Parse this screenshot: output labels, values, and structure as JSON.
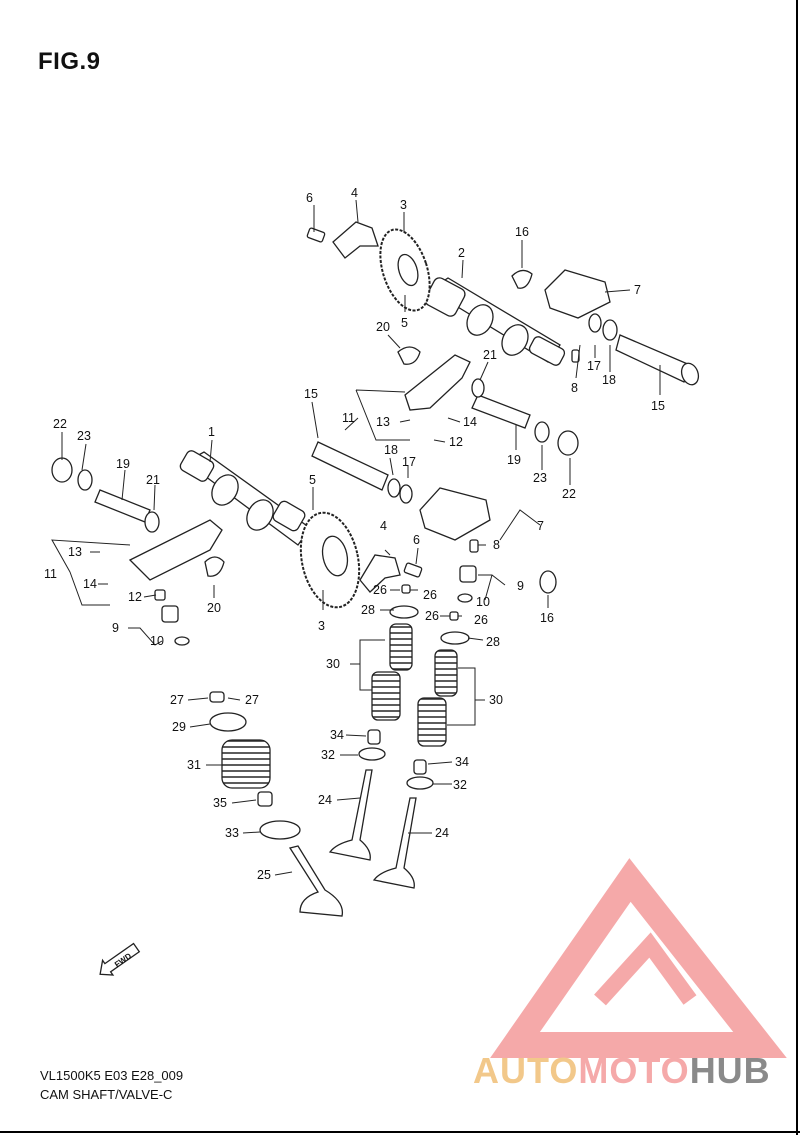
{
  "figure": {
    "title": "FIG.9",
    "code": "VL1500K5 E03 E28_009",
    "caption": "CAM SHAFT/VALVE-C",
    "fwd_label": "FWD"
  },
  "watermark": {
    "part1": "AUTO",
    "part2": "MOTO",
    "part3": "HUB",
    "colors": {
      "auto": "#f2c88a",
      "moto": "#f5a9a9",
      "hub": "#8a8a8a",
      "triangle": "#f4a0a0"
    }
  },
  "callouts": {
    "c1": "1",
    "c2": "2",
    "c3a": "3",
    "c3b": "3",
    "c4a": "4",
    "c4b": "4",
    "c5a": "5",
    "c5b": "5",
    "c6a": "6",
    "c6b": "6",
    "c7a": "7",
    "c7b": "7",
    "c8a": "8",
    "c8b": "8",
    "c9a": "9",
    "c9b": "9",
    "c10a": "10",
    "c10b": "10",
    "c11a": "11",
    "c11b": "11",
    "c12a": "12",
    "c12b": "12",
    "c13a": "13",
    "c13b": "13",
    "c14a": "14",
    "c14b": "14",
    "c15a": "15",
    "c15b": "15",
    "c16a": "16",
    "c16b": "16",
    "c17a": "17",
    "c17b": "17",
    "c18a": "18",
    "c18b": "18",
    "c19a": "19",
    "c19b": "19",
    "c20a": "20",
    "c20b": "20",
    "c21a": "21",
    "c21b": "21",
    "c22a": "22",
    "c22b": "22",
    "c23a": "23",
    "c23b": "23",
    "c24a": "24",
    "c24b": "24",
    "c25": "25",
    "c26a": "26",
    "c26b": "26",
    "c26c": "26",
    "c26d": "26",
    "c27a": "27",
    "c27b": "27",
    "c28a": "28",
    "c28b": "28",
    "c29": "29",
    "c30a": "30",
    "c30b": "30",
    "c31": "31",
    "c32a": "32",
    "c32b": "32",
    "c33": "33",
    "c34a": "34",
    "c34b": "34",
    "c35": "35"
  }
}
